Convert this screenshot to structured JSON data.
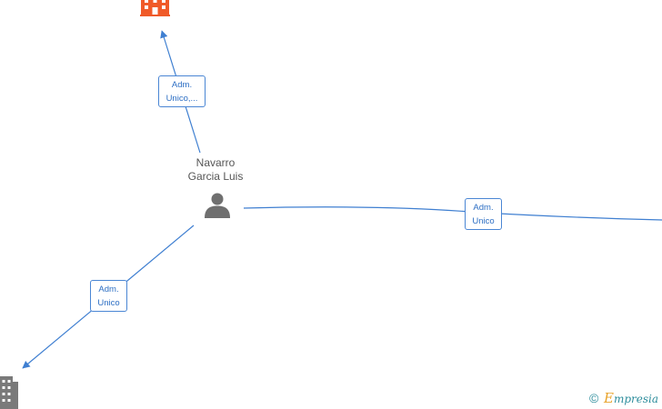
{
  "person": {
    "name_line1": "Navarro",
    "name_line2": "Garcia Luis"
  },
  "relations": [
    {
      "line1": "Adm.",
      "line2": "Unico,..."
    },
    {
      "line1": "Adm.",
      "line2": "Unico"
    },
    {
      "line1": "Adm.",
      "line2": "Unico"
    }
  ],
  "icons": {
    "person": "person-icon",
    "company_top": "building-icon",
    "company_bottom_left": "building-icon"
  },
  "colors": {
    "edge": "#3f7fd1",
    "company_highlight": "#f05a28",
    "company_default": "#7a7a7a",
    "person": "#6f6f6f"
  },
  "watermark": {
    "copyright": "©",
    "brand_initial": "E",
    "brand_rest": "mpresia"
  }
}
